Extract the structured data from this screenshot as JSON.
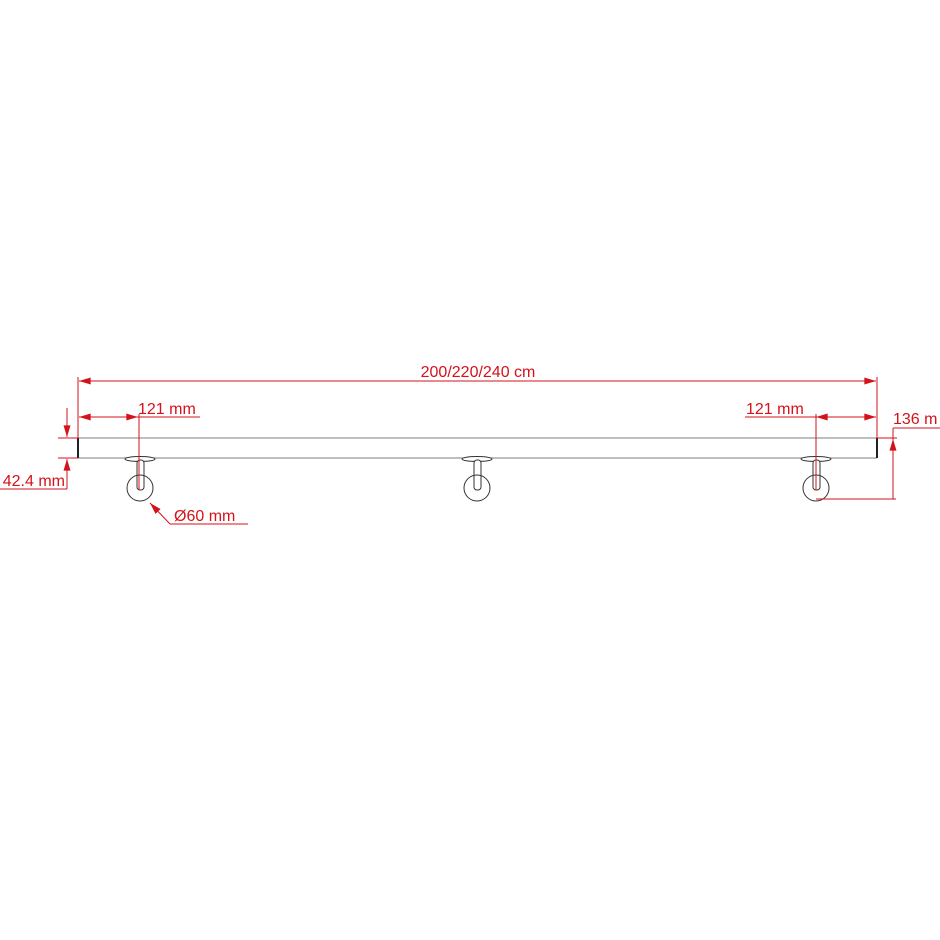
{
  "dimensions": {
    "overall_length": "200/220/240 cm",
    "left_offset": "121 mm",
    "right_offset": "121 mm",
    "tube_diameter": "42.4 mm",
    "wall_distance": "136 m",
    "rosette_diameter": "Ø60 mm"
  },
  "colors": {
    "dimension": "#d3121b",
    "part": "#333333"
  }
}
